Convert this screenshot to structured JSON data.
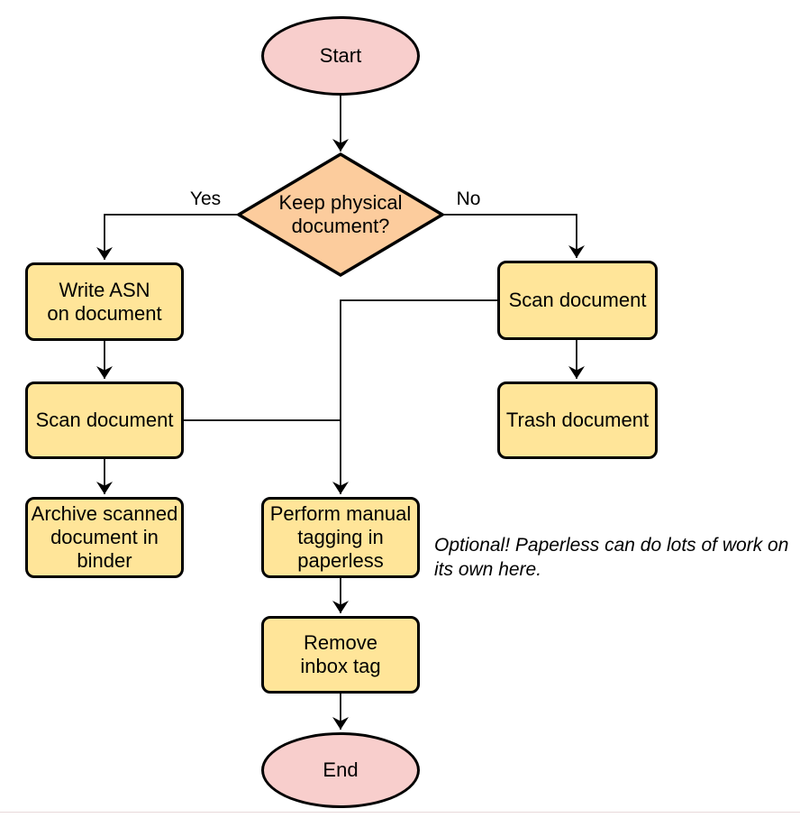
{
  "palette": {
    "canvas_bg": "#ffffff",
    "terminal_fill": "#f8cecc",
    "decision_fill": "#fccc9d",
    "process_fill": "#ffe599",
    "stroke": "#000000",
    "edge": "#000000",
    "text": "#000000",
    "footer_line": "#e8d9da"
  },
  "nodes": {
    "start": {
      "label": "Start"
    },
    "decision": {
      "label": "Keep physical\ndocument?"
    },
    "write_asn": {
      "label": "Write ASN\non document"
    },
    "scan_left": {
      "label": "Scan document"
    },
    "archive": {
      "label": "Archive scanned\ndocument in\nbinder"
    },
    "scan_right": {
      "label": "Scan document"
    },
    "trash": {
      "label": "Trash document"
    },
    "tagging": {
      "label": "Perform manual\ntagging in\npaperless"
    },
    "remove_tag": {
      "label": "Remove\ninbox tag"
    },
    "end": {
      "label": "End"
    }
  },
  "edge_labels": {
    "yes": "Yes",
    "no": "No"
  },
  "annotation": {
    "text": "Optional! Paperless can do lots of work on\nits own here."
  }
}
